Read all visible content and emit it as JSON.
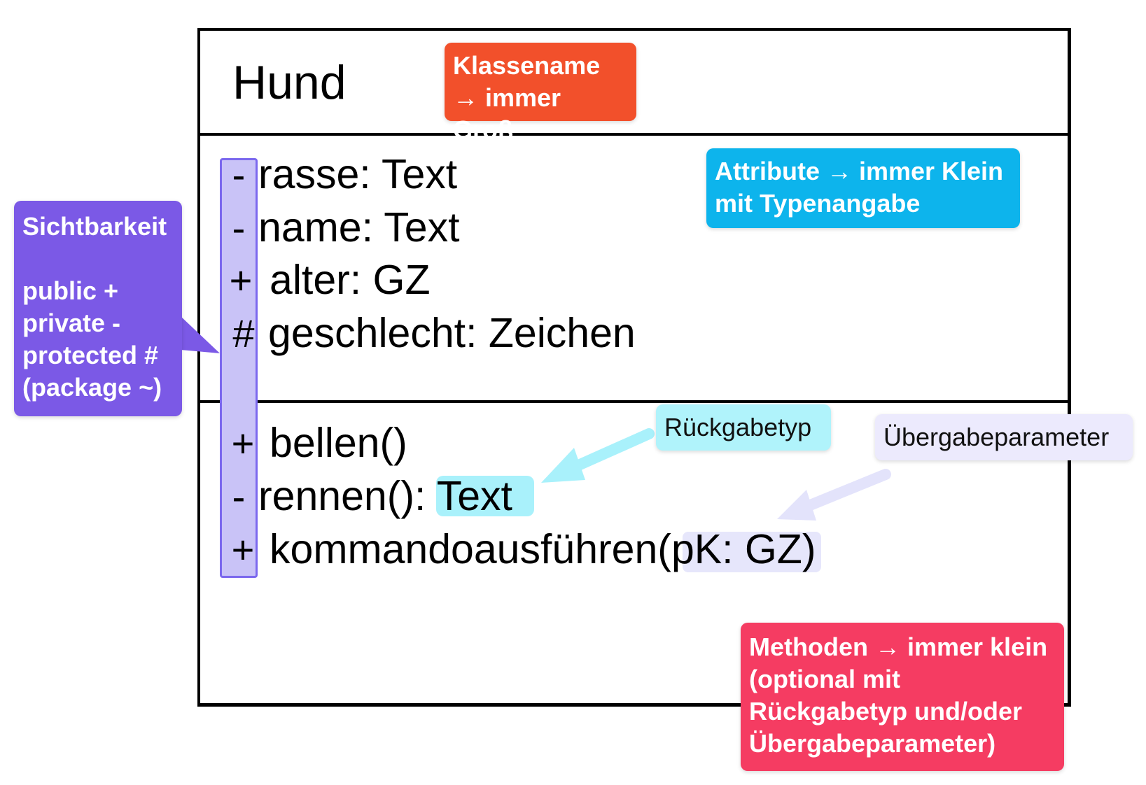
{
  "class": {
    "name": "Hund",
    "attributes": [
      {
        "visibility": "-",
        "text": "rasse: Text"
      },
      {
        "visibility": "-",
        "text": "name: Text"
      },
      {
        "visibility": "+",
        "text": "alter: GZ"
      },
      {
        "visibility": "#",
        "text": "geschlecht: Zeichen"
      }
    ],
    "methods": [
      {
        "visibility": "+",
        "text": "bellen()"
      },
      {
        "visibility": "-",
        "text": "rennen(): ",
        "return_type": "Text"
      },
      {
        "visibility": "+",
        "text": "kommandoausführen(",
        "param": "pK: GZ",
        "close": ")"
      }
    ]
  },
  "callouts": {
    "class_name": "Klassename\n→ immer Groß",
    "attributes": "Attribute → immer Klein\nmit Typenangabe",
    "visibility": "Sichtbarkeit\n\npublic +\nprivate -\nprotected #\n(package ~)",
    "return_type": "Rückgabetyp",
    "parameters": "Übergabeparameter",
    "methods": "Methoden → immer klein\n(optional mit\nRückgabetyp und/oder\nÜbergabeparameter)"
  },
  "colors": {
    "class_name_callout": "#f2502b",
    "attributes_callout": "#0db4ec",
    "visibility_callout": "#7b59e6",
    "return_type_callout": "#b0f3fb",
    "parameters_callout": "#eceafd",
    "methods_callout": "#f53c62"
  }
}
